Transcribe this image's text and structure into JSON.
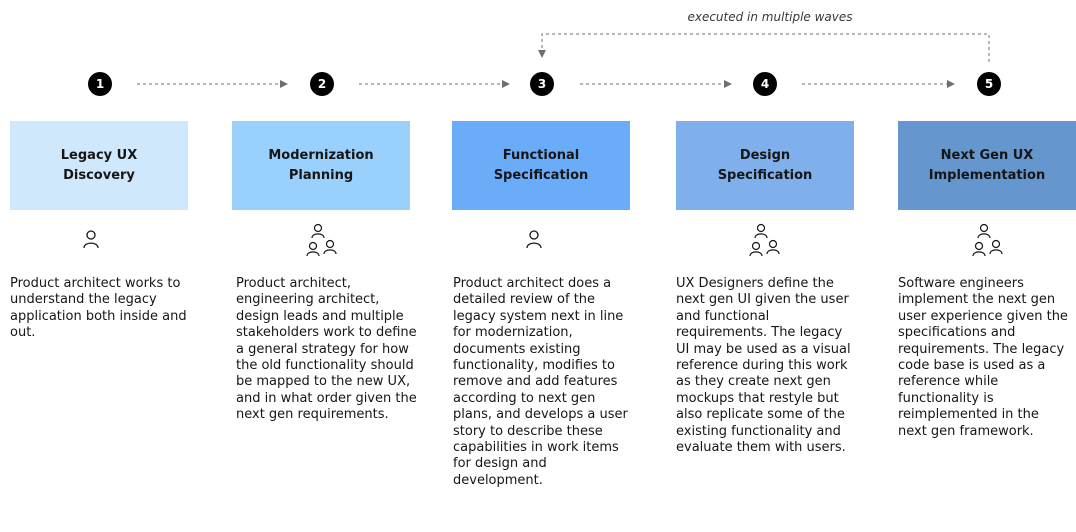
{
  "loop": {
    "label": "executed in multiple waves"
  },
  "stages": [
    {
      "number": "1",
      "title_line1": "Legacy UX",
      "title_line2": "Discovery",
      "color": "#cfe8fc",
      "people_icon": "single-person-icon",
      "description": "Product architect works to understand the legacy application both inside and out."
    },
    {
      "number": "2",
      "title_line1": "Modernization",
      "title_line2": "Planning",
      "color": "#99d0fc",
      "people_icon": "group-icon",
      "description": "Product architect, engineering architect, design leads and multiple stakeholders work to define a general strategy for how the old functionality should be mapped to the new UX, and in what order given the next gen requirements."
    },
    {
      "number": "3",
      "title_line1": "Functional",
      "title_line2": "Specification",
      "color": "#6bacf8",
      "people_icon": "single-person-icon",
      "description": "Product architect does a detailed review of the legacy system next in line for modernization, documents existing functionality, modifies to remove and add features according to next gen plans, and develops a user story to describe these capabilities in work items for design and development."
    },
    {
      "number": "4",
      "title_line1": "Design",
      "title_line2": "Specification",
      "color": "#7fb0ec",
      "people_icon": "group-icon",
      "description": "UX Designers define the next gen UI given the user and functional requirements. The legacy UI may be used as a visual reference during this work as they create next gen mockups that restyle but also replicate some of the existing functionality and evaluate them with users."
    },
    {
      "number": "5",
      "title_line1": "Next Gen UX",
      "title_line2": "Implementation",
      "color": "#6596cd",
      "people_icon": "group-icon",
      "description": "Software engineers implement the next gen user experience given the specifications and requirements. The legacy code base is used as a reference while functionality is reimplemented in the next gen framework."
    }
  ]
}
